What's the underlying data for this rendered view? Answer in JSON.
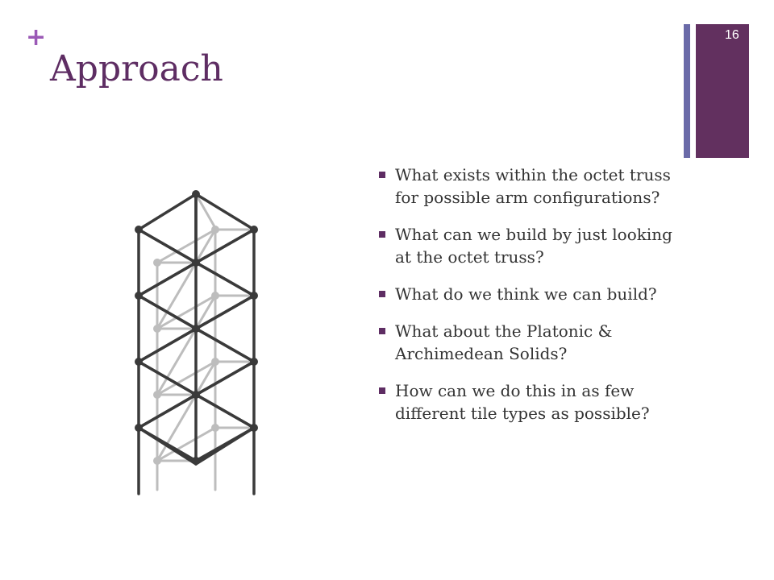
{
  "slide": {
    "plus": "+",
    "title": "Approach",
    "page_number": "16"
  },
  "figure": {
    "icon": "octet-truss-tower-image"
  },
  "bullets": [
    "What exists within the octet truss for possible arm configurations?",
    "What can we build by just looking at the octet truss?",
    "What do we think we can build?",
    "What about the Platonic & Archimedean Solids?",
    "How can we do this in as few different tile types as possible?"
  ],
  "colors": {
    "accent_plus": "#9b59b6",
    "title": "#5e2d63",
    "bar_thin": "#6a6aa8",
    "bar_wide": "#62305f",
    "bullet": "#5e2d63",
    "truss_dark": "#3a3a3a",
    "truss_light": "#bdbdbd"
  }
}
